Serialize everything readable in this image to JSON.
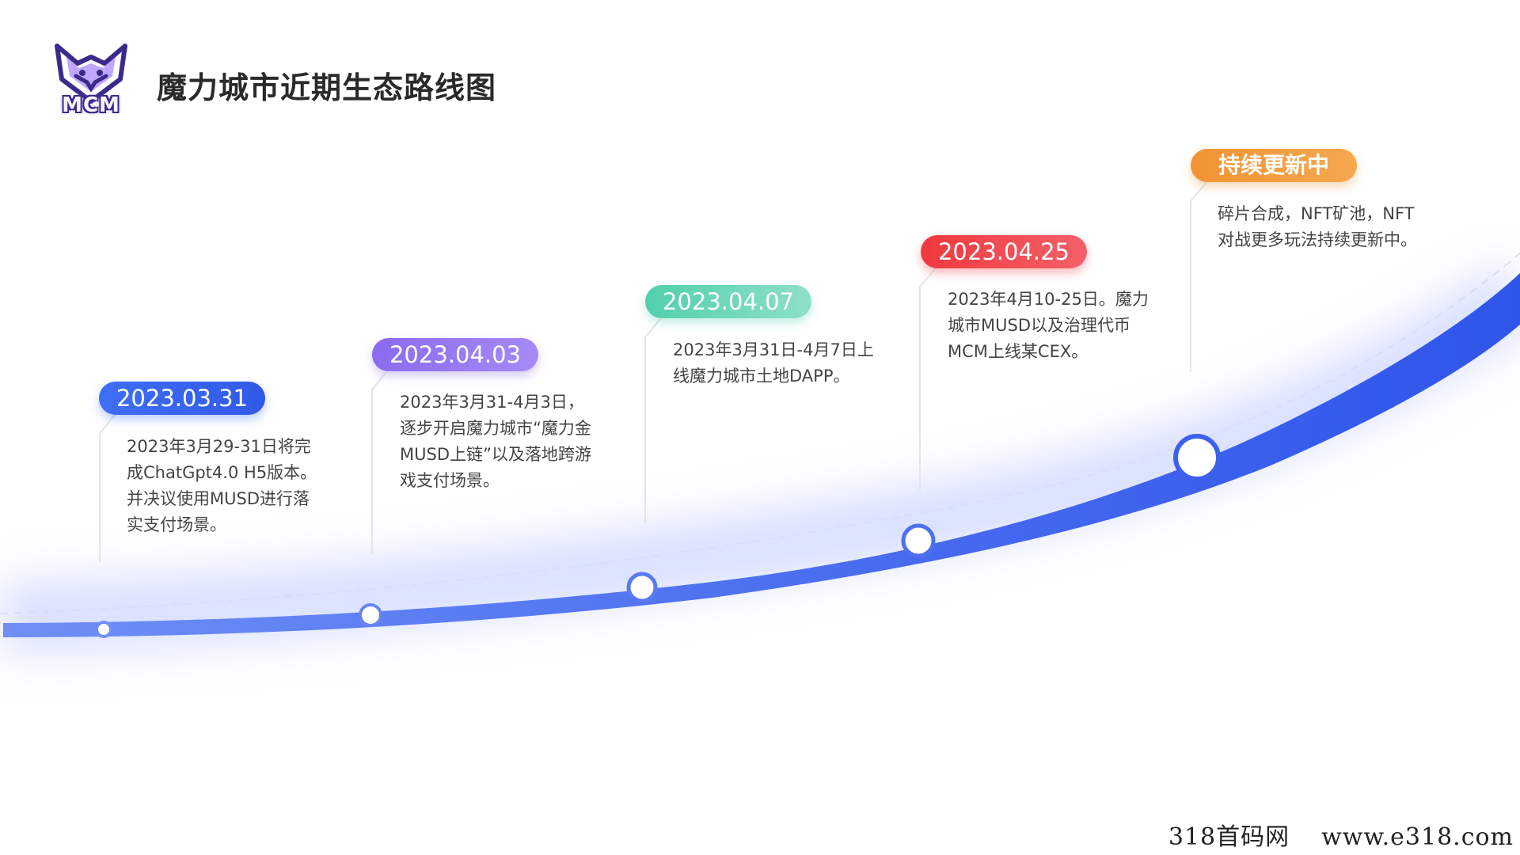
{
  "header": {
    "logo_text": "MCM",
    "title": "魔力城市近期生态路线图"
  },
  "timeline": [
    {
      "date": "2023.03.31",
      "text": "2023年3月29-31日将完成ChatGpt4.0 H5版本。并决议使用MUSD进行落实支付场景。",
      "color": "#3f6ff5"
    },
    {
      "date": "2023.04.03",
      "text": "2023年3月31-4月3日，逐步开启魔力城市“魔力金MUSD上链”以及落地跨游戏支付场景。",
      "color": "#8c6af0"
    },
    {
      "date": "2023.04.07",
      "text": "2023年3月31日-4月7日上线魔力城市土地DAPP。",
      "color": "#52cfae"
    },
    {
      "date": "2023.04.25",
      "text": "2023年4月10-25日。魔力城市MUSD以及治理代币MCM上线某CEX。",
      "color": "#f0383f"
    },
    {
      "date": "持续更新中",
      "text": "碎片合成，NFT矿池，NFT对战更多玩法持续更新中。",
      "color": "#f29333"
    }
  ],
  "colors": {
    "curve": "#3f63ee",
    "node_fill": "#ffffff"
  },
  "icons": {
    "logo": "fox-mask-logo"
  },
  "watermark": {
    "site_name": "318首码网",
    "url": "www.e318.com"
  }
}
